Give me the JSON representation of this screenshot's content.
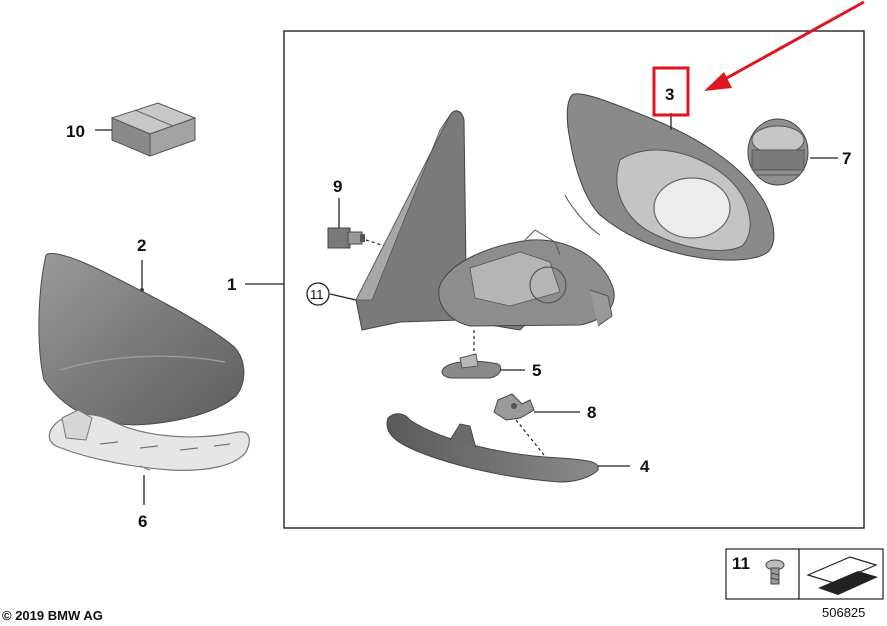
{
  "callouts": {
    "c1": "1",
    "c2": "2",
    "c3": "3",
    "c4": "4",
    "c5": "5",
    "c6": "6",
    "c7": "7",
    "c8": "8",
    "c9": "9",
    "c10": "10",
    "c11_circle": "11",
    "c11_legend": "11"
  },
  "copyright": "© 2019 BMW AG",
  "diagram_number": "506825",
  "colors": {
    "part_dark": "#6e6e6e",
    "part_mid": "#8c8c8c",
    "part_light": "#b3b3b3",
    "highlight_red": "#e0161e"
  }
}
